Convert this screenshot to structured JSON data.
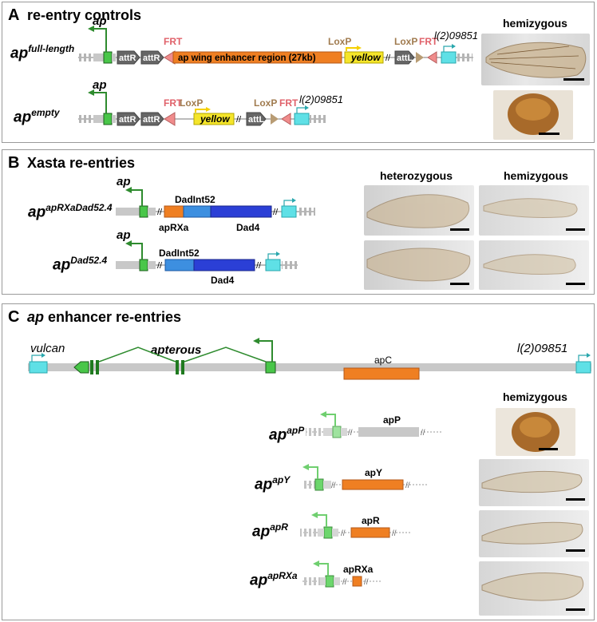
{
  "panel_a": {
    "letter": "A",
    "title": "re-entry controls",
    "header": "hemizygous",
    "row1": {
      "allele_base": "ap",
      "allele_sup": "full-length",
      "ap": "ap",
      "attR1": "attR",
      "attR2": "attR",
      "frt1": "FRT",
      "enhancer": "ap wing enhancer region (27kb)",
      "loxp1": "LoxP",
      "yellow": "yellow",
      "attL": "attL",
      "loxp2": "LoxP",
      "frt2": "FRT",
      "gene": "l(2)09851"
    },
    "row2": {
      "allele_base": "ap",
      "allele_sup": "empty",
      "ap": "ap",
      "attR1": "attR",
      "attR2": "attR",
      "frt1": "FRT",
      "loxp1": "LoxP",
      "yellow": "yellow",
      "loxp2": "LoxP",
      "attL": "attL",
      "frt2": "FRT",
      "gene": "l(2)09851"
    }
  },
  "panel_b": {
    "letter": "B",
    "title": "Xasta re-entries",
    "header_het": "heterozygous",
    "header_hemi": "hemizygous",
    "row1": {
      "allele_base": "ap",
      "allele_sup": "apRXaDad52.4",
      "ap": "ap",
      "dadint": "DadInt52",
      "aprxa": "apRXa",
      "dad4": "Dad4"
    },
    "row2": {
      "allele_base": "ap",
      "allele_sup": "Dad52.4",
      "ap": "ap",
      "dadint": "DadInt52",
      "dad4": "Dad4"
    }
  },
  "panel_c": {
    "letter": "C",
    "title_ap": "ap",
    "title_rest": "enhancer re-entries",
    "header": "hemizygous",
    "locus": {
      "vulcan": "vulcan",
      "apterous": "apterous",
      "apc": "apC",
      "gene": "l(2)09851"
    },
    "rows": [
      {
        "allele_base": "ap",
        "allele_sup": "apP",
        "box_label": "apP"
      },
      {
        "allele_base": "ap",
        "allele_sup": "apY",
        "box_label": "apY"
      },
      {
        "allele_base": "ap",
        "allele_sup": "apR",
        "box_label": "apR"
      },
      {
        "allele_base": "ap",
        "allele_sup": "apRXa",
        "box_label": "apRXa"
      }
    ]
  },
  "colors": {
    "enhancer": "#ef7f22",
    "yellow": "#f5e52a",
    "frt": "#f08c8c",
    "loxp": "#b89c74",
    "att": "#666666",
    "ap_green": "#2e8b2e",
    "gene_cyan": "#5fe0e6",
    "dad4": "#2b3fd6",
    "dadint": "#3d8fe0",
    "backbone": "#c8c8c8"
  }
}
